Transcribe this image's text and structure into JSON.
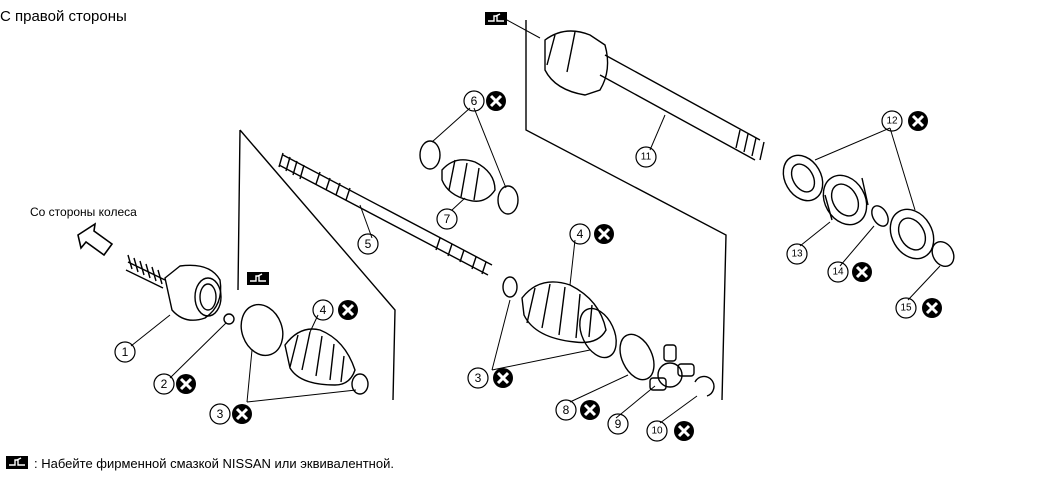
{
  "title": "С правой стороны",
  "wheel_side_label": "Со стороны колеса",
  "legend": {
    "text": ": Набейте фирменной смазкой NISSAN или эквивалентной."
  },
  "callouts": {
    "c1": "1",
    "c2": "2",
    "c3a": "3",
    "c3b": "3",
    "c4a": "4",
    "c4b": "4",
    "c5": "5",
    "c6": "6",
    "c7": "7",
    "c8": "8",
    "c9": "9",
    "c10": "10",
    "c11": "11",
    "c12": "12",
    "c13": "13",
    "c14": "14",
    "c15": "15"
  },
  "colors": {
    "line": "#000000",
    "background": "#ffffff"
  }
}
